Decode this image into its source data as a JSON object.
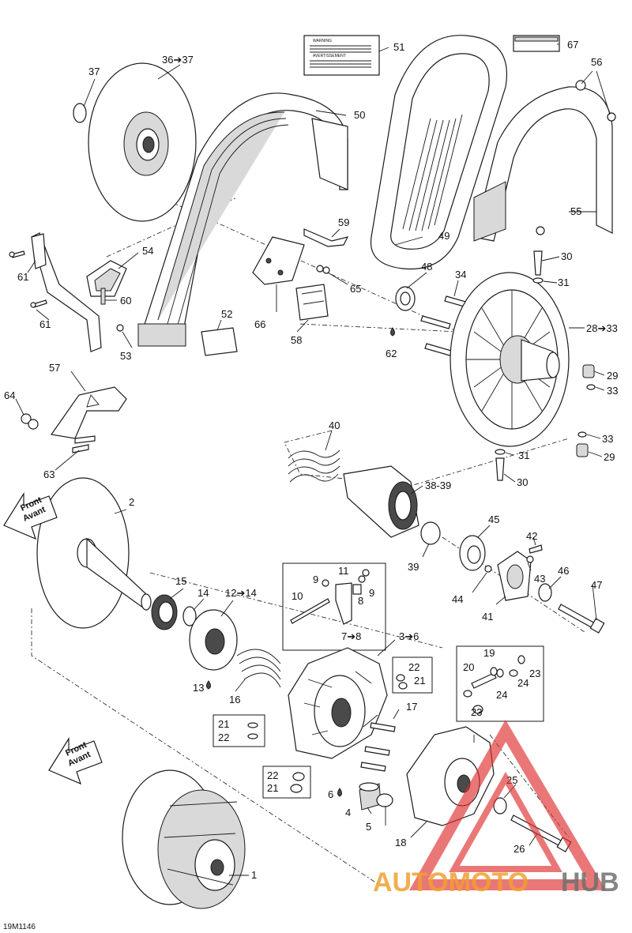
{
  "diagram_code": "19M1146",
  "front_label": {
    "line1": "Front",
    "line2": "Avant"
  },
  "warning_label": {
    "title1": "WARNING",
    "title2": "AVERTISSEMENT"
  },
  "watermark": {
    "part1": "AUTOMOTO",
    "part2": "HUB",
    "color_main": "#f0a030",
    "color_hub": "#707070",
    "triangle_color": "#e03030"
  },
  "callouts": {
    "c1": "1",
    "c2": "2",
    "c3_6": "3➔6",
    "c4": "4",
    "c5": "5",
    "c6": "6",
    "c7_8": "7➔8",
    "c8": "8",
    "c9a": "9",
    "c9b": "9",
    "c10": "10",
    "c11": "11",
    "c12_14": "12➔14",
    "c13": "13",
    "c14": "14",
    "c15": "15",
    "c16": "16",
    "c17": "17",
    "c18": "18",
    "c19": "19",
    "c20": "20",
    "c21a": "21",
    "c21b": "21",
    "c21c": "21",
    "c22a": "22",
    "c22b": "22",
    "c22c": "22",
    "c23a": "23",
    "c23b": "23",
    "c24a": "24",
    "c24b": "24",
    "c25": "25",
    "c26": "26",
    "c28_33": "28➔33",
    "c29a": "29",
    "c29b": "29",
    "c30a": "30",
    "c30b": "30",
    "c31a": "31",
    "c31b": "31",
    "c33a": "33",
    "c33b": "33",
    "c34": "34",
    "c36_37": "36➔37",
    "c37": "37",
    "c38_39": "38-39",
    "c39": "39",
    "c40": "40",
    "c41": "41",
    "c42": "42",
    "c43": "43",
    "c44": "44",
    "c45": "45",
    "c46": "46",
    "c47": "47",
    "c48": "48",
    "c49": "49",
    "c50": "50",
    "c51": "51",
    "c52": "52",
    "c53": "53",
    "c54": "54",
    "c55": "55",
    "c56": "56",
    "c57": "57",
    "c58": "58",
    "c59": "59",
    "c60": "60",
    "c61a": "61",
    "c61b": "61",
    "c62": "62",
    "c63": "63",
    "c64": "64",
    "c65": "65",
    "c66": "66",
    "c67": "67"
  }
}
